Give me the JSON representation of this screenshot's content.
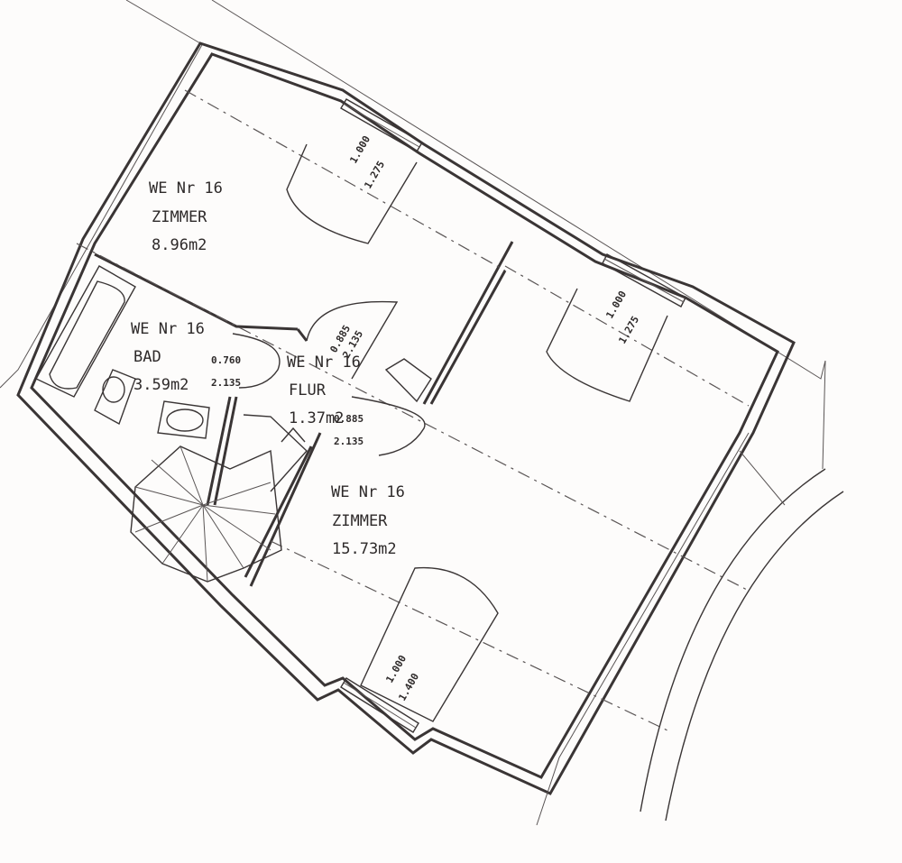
{
  "rooms": {
    "zimmer_small": {
      "unit": "WE Nr 16",
      "name": "ZIMMER",
      "area": "8.96m2"
    },
    "bad": {
      "unit": "WE Nr 16",
      "name": "BAD",
      "area": "3.59m2"
    },
    "flur": {
      "unit": "WE Nr 16",
      "name": "FLUR",
      "area": "1.37m2"
    },
    "zimmer_large": {
      "unit": "WE Nr 16",
      "name": "ZIMMER",
      "area": "15.73m2"
    }
  },
  "doors": {
    "bad_door": {
      "width": "0.760",
      "height": "2.135"
    },
    "flur_door": {
      "width": "0.885",
      "height": "2.135"
    },
    "zimmer_door": {
      "width": "0.885",
      "height": "2.135"
    }
  },
  "windows": {
    "w1": {
      "width": "1.000",
      "height": "1.275"
    },
    "w2": {
      "width": "1.000",
      "height": "1.275"
    },
    "w3": {
      "width": "1.000",
      "height": "1.400"
    }
  }
}
